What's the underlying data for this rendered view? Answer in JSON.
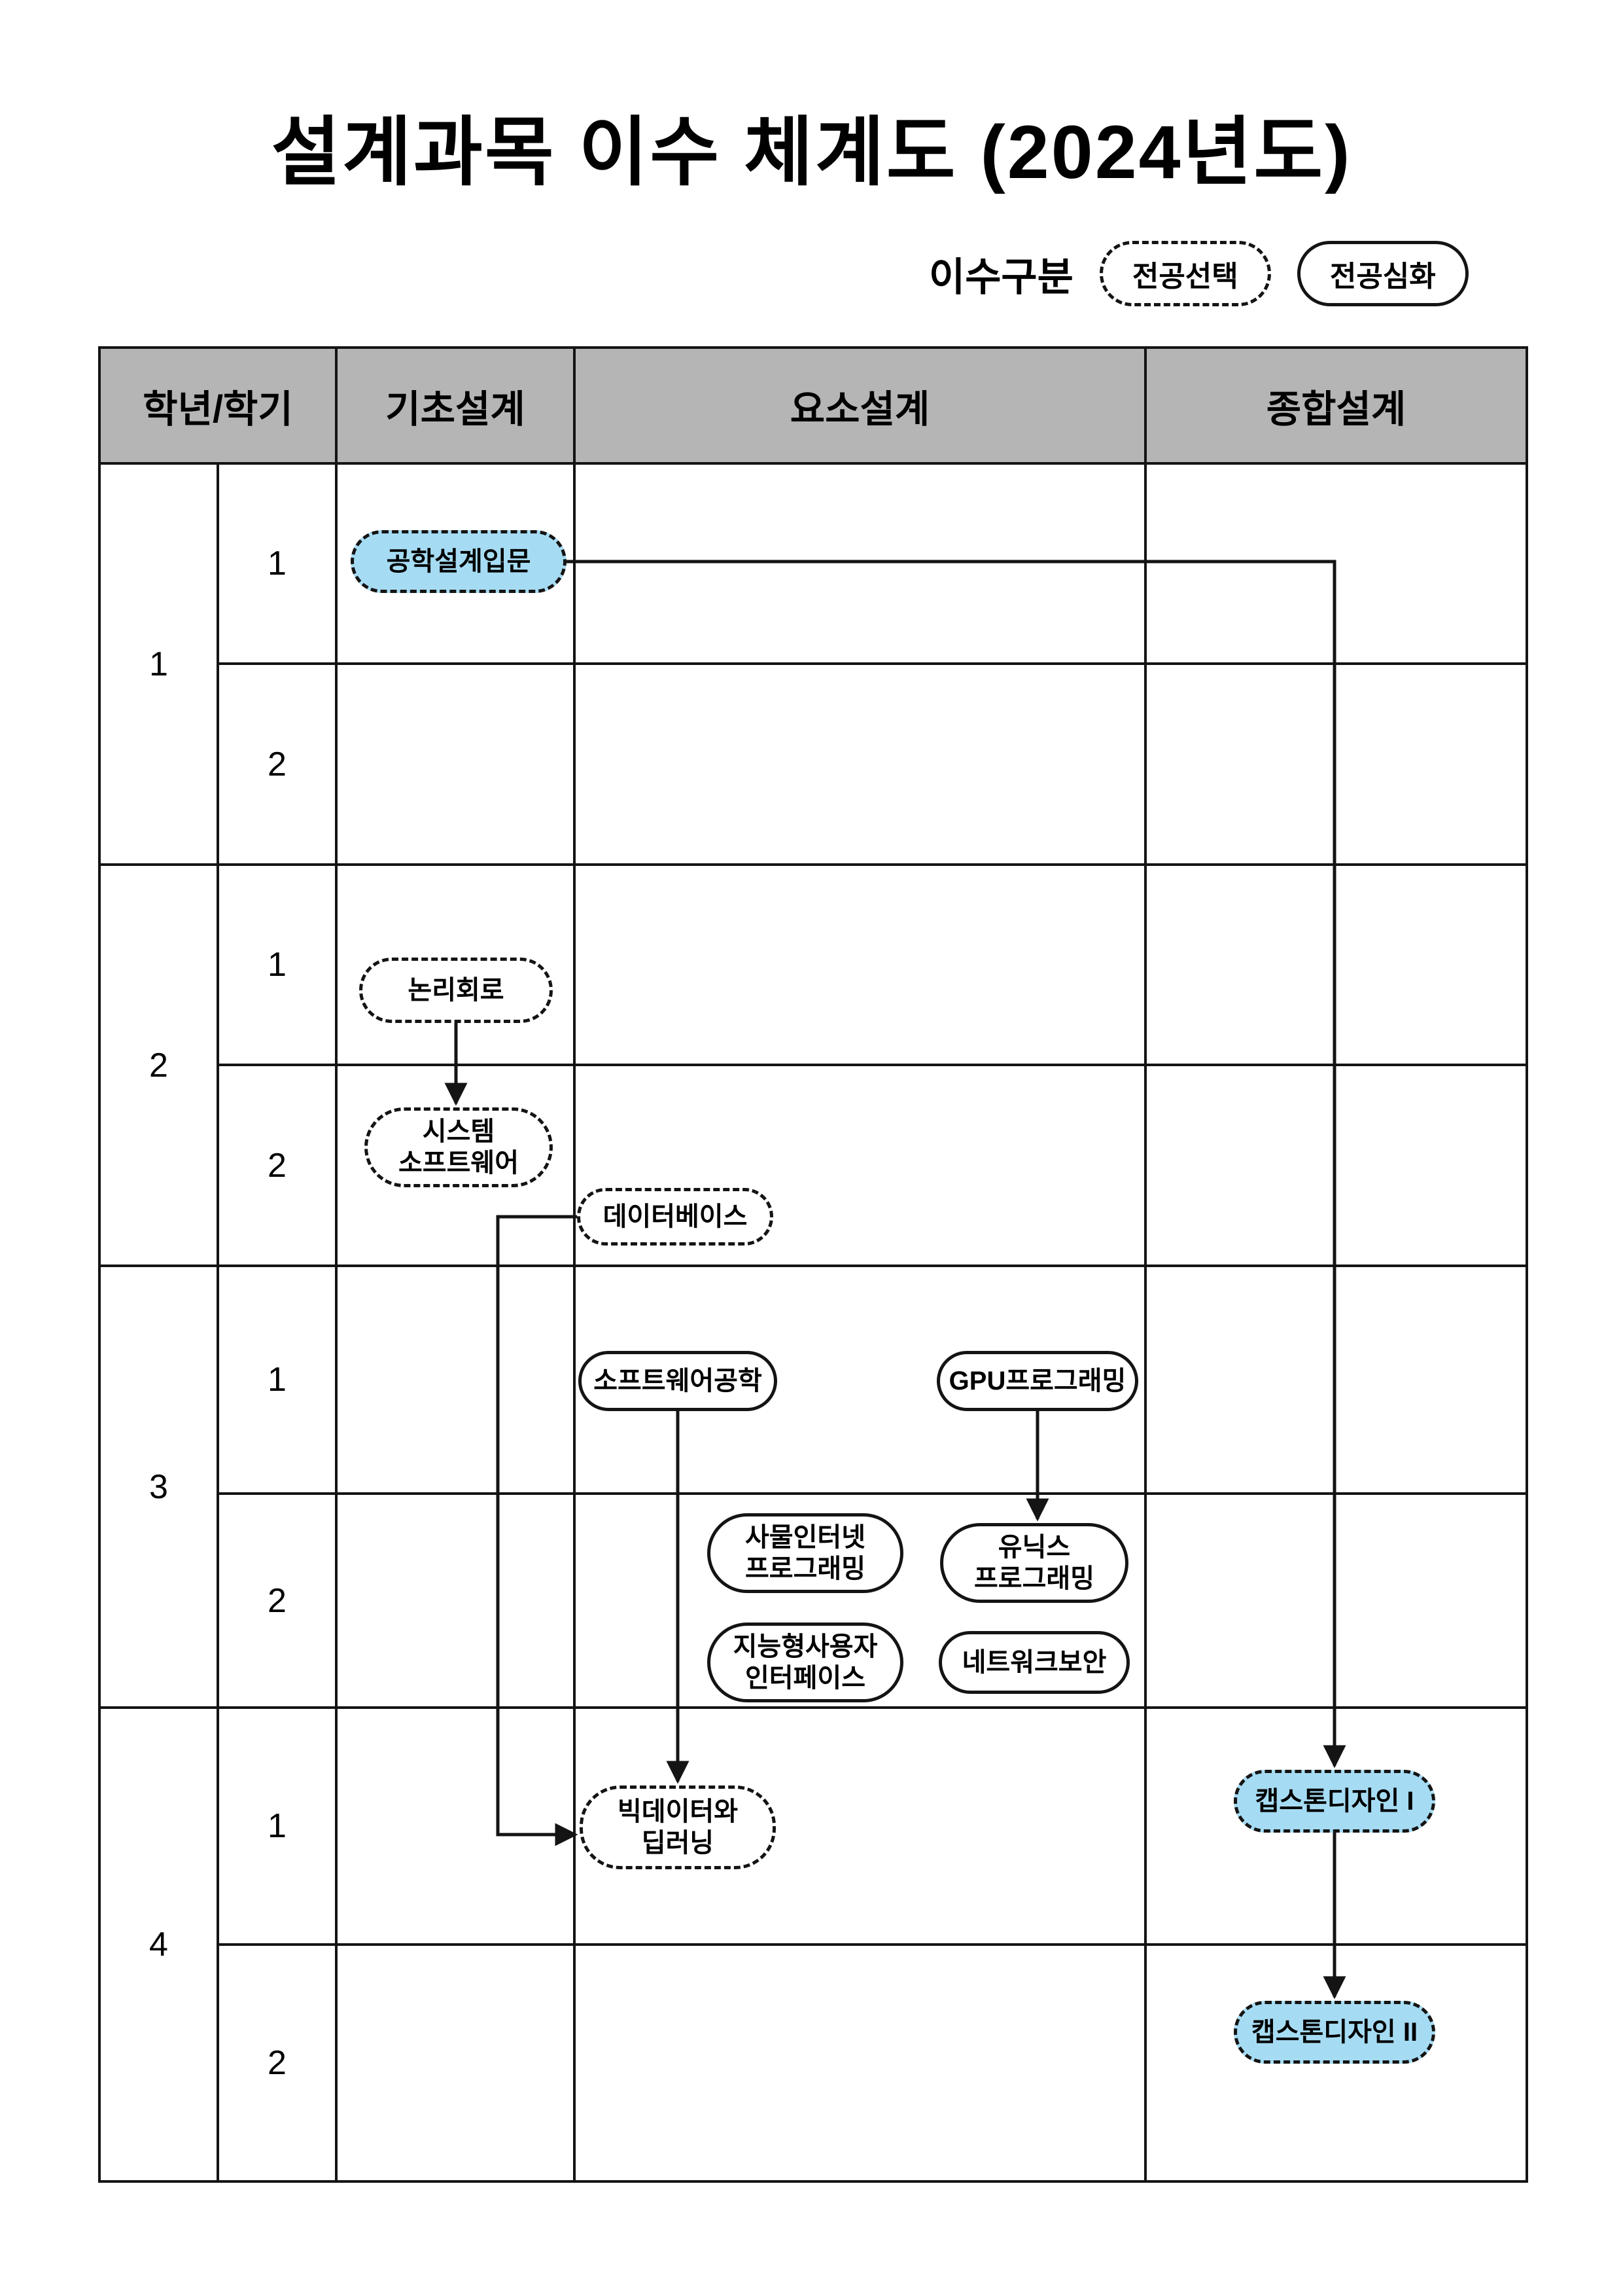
{
  "title": "설계과목 이수 체계도 (2024년도)",
  "legend": {
    "label": "이수구분",
    "items": [
      {
        "label": "전공선택",
        "style": "dashed"
      },
      {
        "label": "전공심화",
        "style": "solid"
      }
    ]
  },
  "table": {
    "headers": {
      "year_sem": "학년/학기",
      "basic": "기초설계",
      "element": "요소설계",
      "comprehensive": "종합설계"
    },
    "years": [
      {
        "year": "1",
        "semesters": [
          "1",
          "2"
        ]
      },
      {
        "year": "2",
        "semesters": [
          "1",
          "2"
        ]
      },
      {
        "year": "3",
        "semesters": [
          "1",
          "2"
        ]
      },
      {
        "year": "4",
        "semesters": [
          "1",
          "2"
        ]
      }
    ]
  },
  "nodes": [
    {
      "id": "engineering-design-intro",
      "label": "공학설계입문",
      "border": "dashed",
      "fill": "blue"
    },
    {
      "id": "logic-circuits",
      "label": "논리회로",
      "border": "dashed",
      "fill": "white"
    },
    {
      "id": "system-software",
      "label": "시스템\n소프트웨어",
      "border": "dashed",
      "fill": "white"
    },
    {
      "id": "database",
      "label": "데이터베이스",
      "border": "dashed",
      "fill": "white"
    },
    {
      "id": "software-engineering",
      "label": "소프트웨어공학",
      "border": "solid",
      "fill": "white"
    },
    {
      "id": "gpu-programming",
      "label": "GPU프로그래밍",
      "border": "solid",
      "fill": "white"
    },
    {
      "id": "iot-programming",
      "label": "사물인터넷\n프로그래밍",
      "border": "solid",
      "fill": "white"
    },
    {
      "id": "unix-programming",
      "label": "유닉스\n프로그래밍",
      "border": "solid",
      "fill": "white"
    },
    {
      "id": "intelligent-user-interface",
      "label": "지능형사용자\n인터페이스",
      "border": "solid",
      "fill": "white"
    },
    {
      "id": "network-security",
      "label": "네트워크보안",
      "border": "solid",
      "fill": "white"
    },
    {
      "id": "bigdata-deep-learning",
      "label": "빅데이터와\n딥러닝",
      "border": "dashed",
      "fill": "white"
    },
    {
      "id": "capstone-design-1",
      "label": "캡스톤디자인 I",
      "border": "dashed",
      "fill": "blue"
    },
    {
      "id": "capstone-design-2",
      "label": "캡스톤디자인 II",
      "border": "dashed",
      "fill": "blue"
    }
  ],
  "colors": {
    "header_bg": "#b5b5b5",
    "highlight_fill": "#a6dcf3",
    "line": "#141414"
  }
}
